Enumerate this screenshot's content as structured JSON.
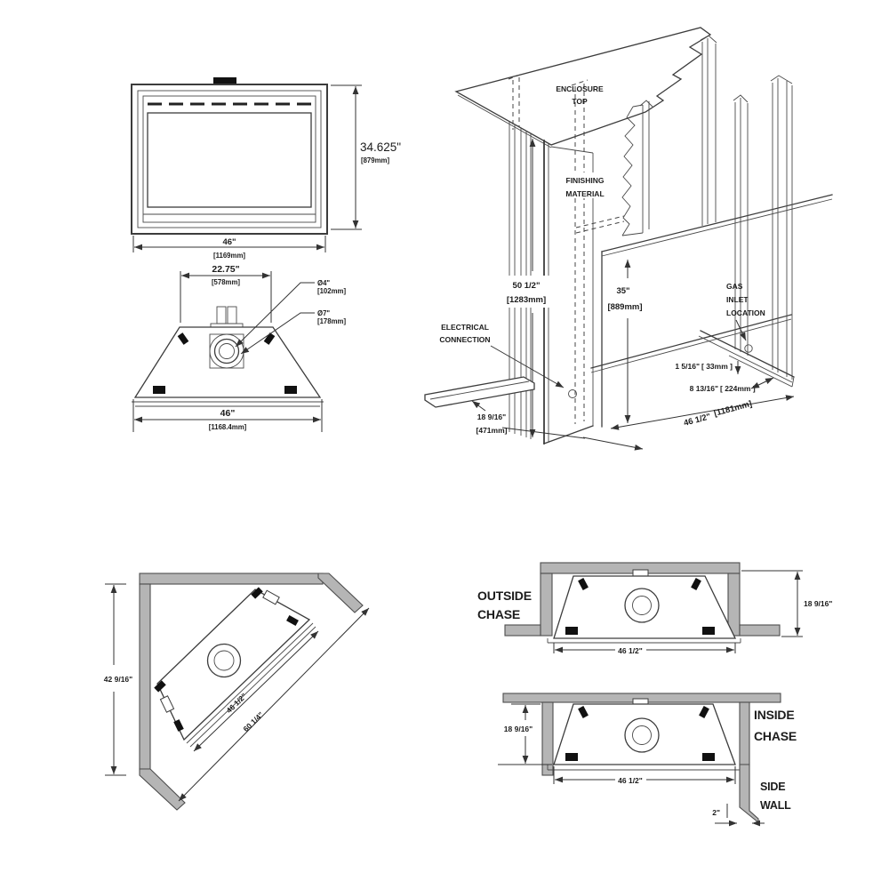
{
  "front_view": {
    "height_in": "34.625\"",
    "height_mm": "[879mm]",
    "width_in": "46\"",
    "width_mm": "[1169mm]"
  },
  "top_view": {
    "back_width_in": "22.75\"",
    "back_width_mm": "[578mm]",
    "flue_dia_in": "Ø4\"",
    "flue_dia_mm": "[102mm]",
    "collar_dia_in": "Ø7\"",
    "collar_dia_mm": "[178mm]",
    "front_width_in": "46\"",
    "front_width_mm": "[1168.4mm]"
  },
  "framing_view": {
    "enclosure_top": [
      "ENCLOSURE",
      "TOP"
    ],
    "finishing_material": [
      "FINISHING",
      "MATERIAL"
    ],
    "electrical": [
      "ELECTRICAL",
      "CONNECTION"
    ],
    "gas_inlet": [
      "GAS",
      "INLET",
      "LOCATION"
    ],
    "height_in": "50 1/2\"",
    "height_mm": "[1283mm]",
    "opening_height_in": "35\"",
    "opening_height_mm": "[889mm]",
    "inlet_offset_in": "1 5/16\"",
    "inlet_offset_mm": "[ 33mm ]",
    "inlet_depth_in": "8 13/16\"",
    "inlet_depth_mm": "[ 224mm ]",
    "width_in": "46 1/2\"",
    "width_mm": "[1181mm]",
    "depth_in": "18 9/16\"",
    "depth_mm": "[471mm]"
  },
  "corner_view": {
    "wall_in": "42 9/16\"",
    "front_in": "46 1/2\"",
    "diagonal_in": "60 1/4\""
  },
  "outside_chase": {
    "label": [
      "OUTSIDE",
      "CHASE"
    ],
    "depth_in": "18 9/16\"",
    "width_in": "46 1/2\""
  },
  "inside_chase": {
    "label": [
      "INSIDE",
      "CHASE"
    ],
    "side_wall": [
      "SIDE",
      "WALL"
    ],
    "depth_in": "18 9/16\"",
    "width_in": "46 1/2\"",
    "side_offset_in": "2\""
  }
}
